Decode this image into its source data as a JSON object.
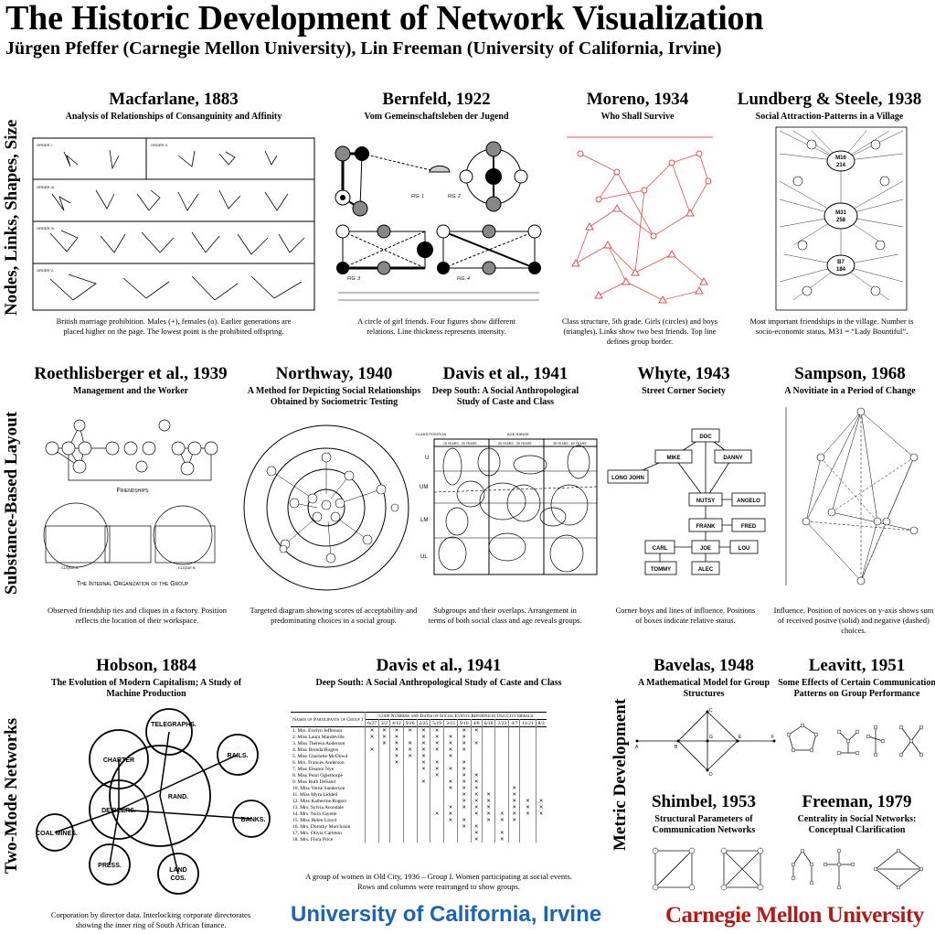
{
  "header": {
    "title": "The Historic Development of Network Visualization",
    "subtitle": "Jürgen Pfeffer (Carnegie Mellon University), Lin Freeman (University of California, Irvine)"
  },
  "row_labels": {
    "row1": "Nodes, Links, Shapes, Size",
    "row2": "Substance-Based Layout",
    "row3": "Two-Mode Networks",
    "metric": "Metric Development"
  },
  "panels": {
    "macfarlane": {
      "title": "Macfarlane, 1883",
      "subtitle": "Analysis of Relationships of Consanguinity and Affinity",
      "caption": "British marriage prohibition. Males (+), females (o). Earlier generations are placed higher on the page. The lowest point is the prohibited offspring.",
      "labels": [
        "ORDER I.",
        "ORDER II.",
        "ORDER III.",
        "ORDER IV.",
        "ORDER V."
      ]
    },
    "bernfeld": {
      "title": "Bernfeld, 1922",
      "subtitle": "Vom Gemeinschaftsleben der Jugend",
      "caption": "A circle of girl friends. Four figures show different relations. Line thickness represents intensity.",
      "labels": [
        "FIG. 1",
        "FIG. 2",
        "FIG. 3",
        "FIG. 4"
      ]
    },
    "moreno": {
      "title": "Moreno, 1934",
      "subtitle": "Who Shall Survive",
      "caption": "Class structure, 5th grade. Girls (circles) and boys (triangles). Links show two best friends. Top line defines group border."
    },
    "lundberg": {
      "title": "Lundberg & Steele, 1938",
      "subtitle": "Social Attraction-Patterns in a Village",
      "caption": "Most important friendships in the village. Number is socio-economic status. M31 = “Lady Bountiful”.",
      "labels": [
        "M16",
        "214",
        "M31",
        "258",
        "B7",
        "184"
      ]
    },
    "roethlisberger": {
      "title": "Roethlisberger et al., 1939",
      "subtitle": "Management and the Worker",
      "caption": "Observed friendship ties and cliques in a factory. Position reflects the location of their workspace.",
      "labels": [
        "Friendships",
        "The Internal Organization of the Group",
        "CLIQUE A",
        "CLIQUE B"
      ]
    },
    "northway": {
      "title": "Northway, 1940",
      "subtitle": "A Method for Depicting Social Relationships Obtained by Sociometric Testing",
      "caption": "Targeted diagram showing scores of acceptability and predominating choices in a social group."
    },
    "davis1": {
      "title": "Davis et al., 1941",
      "subtitle": "Deep South: A Social Anthropological Study of Caste and Class",
      "caption": "Subgroups and their overlaps. Arrangement in terms of both social class and age reveals groups.",
      "labels": [
        "CLASS POSITION",
        "AGE RANGE",
        "15 YEARS - 25 YEARS",
        "25 YEARS - 35 YEARS",
        "35 YEARS - 60 YEARS",
        "U",
        "UM",
        "LM",
        "UL"
      ]
    },
    "whyte": {
      "title": "Whyte, 1943",
      "subtitle": "Street Corner Society",
      "caption": "Corner boys and lines of influence. Positions of boxes indicate relative status.",
      "labels": [
        "DOC",
        "MIKE",
        "DANNY",
        "LONG JOHN",
        "NUTSY",
        "ANGELO",
        "FRANK",
        "FRED",
        "CARL",
        "JOE",
        "LOU",
        "TOMMY",
        "ALEC"
      ]
    },
    "sampson": {
      "title": "Sampson, 1968",
      "subtitle": "A Novitiate in a Period of Change",
      "caption": "Influence. Position of novices on y-axis shows sum of received positve (solid) and negative (dashed) choices."
    },
    "hobson": {
      "title": "Hobson, 1884",
      "subtitle": "The Evolution of Modern Capitalism; A Study of Machine Production",
      "caption": "Corporation by director data. Interlocking corporate directorates showing the inner ring of South African finance.",
      "labels": [
        "TELEGRAPHS.",
        "RAILS.",
        "CHARTER",
        "RAND.",
        "DE BEERS.",
        "BANKS.",
        "COAL MINES.",
        "PRESS.",
        "LAND",
        "COS."
      ]
    },
    "davis2": {
      "title": "Davis et al., 1941",
      "subtitle": "Deep South: A Social Anthropological Study of Caste and Class",
      "caption": "A group of women in Old City, 1936 – Group I. Women participating at social events. Rows and columns were rearranged to show groups.",
      "col_header": "Names of Participants of Group I",
      "events_header": "Code Numbers and Dates of Social Events Reported in Old City Herald",
      "dates": [
        "6/27",
        "3/2",
        "4/12",
        "9/26",
        "2/25",
        "5/19",
        "3/15",
        "9/16",
        "4/8",
        "6/10",
        "2/23",
        "4/7",
        "11/21",
        "8/3"
      ],
      "participants": [
        "1. Mrs. Evelyn Jefferson",
        "2. Miss Laura Mandeville",
        "3. Miss Theresa Anderson",
        "4. Miss Brenda Rogers",
        "5. Miss Charlotte McDowd",
        "6. Mrs. Frances Anderson",
        "7. Miss Eleanor Nye",
        "8. Miss Pearl Oglethorpe",
        "9. Miss Ruth DeSand",
        "10. Miss Verne Sanderson",
        "11. Miss Myra Liddell",
        "12. Miss Katherine Rogers",
        "13. Mrs. Sylvia Avondale",
        "14. Mrs. Nora Fayette",
        "15. Miss Helen Lloyd",
        "16. Mrs. Dorothy Murchison",
        "17. Mrs. Olivia Carleton",
        "18. Mrs. Flora Price"
      ],
      "attendance": [
        [
          1,
          1,
          1,
          1,
          1,
          1,
          0,
          1,
          1,
          0,
          0,
          0,
          0,
          0
        ],
        [
          1,
          1,
          1,
          0,
          1,
          1,
          1,
          1,
          0,
          0,
          0,
          0,
          0,
          0
        ],
        [
          0,
          1,
          1,
          1,
          1,
          1,
          1,
          1,
          1,
          0,
          0,
          0,
          0,
          0
        ],
        [
          1,
          0,
          1,
          1,
          1,
          1,
          1,
          1,
          0,
          0,
          0,
          0,
          0,
          0
        ],
        [
          0,
          0,
          1,
          1,
          1,
          0,
          1,
          0,
          0,
          0,
          0,
          0,
          0,
          0
        ],
        [
          0,
          0,
          1,
          0,
          1,
          1,
          0,
          1,
          0,
          0,
          0,
          0,
          0,
          0
        ],
        [
          0,
          0,
          0,
          0,
          1,
          1,
          1,
          1,
          0,
          0,
          0,
          0,
          0,
          0
        ],
        [
          0,
          0,
          0,
          0,
          0,
          1,
          0,
          1,
          1,
          0,
          0,
          0,
          0,
          0
        ],
        [
          0,
          0,
          0,
          0,
          1,
          0,
          1,
          1,
          1,
          0,
          0,
          0,
          0,
          0
        ],
        [
          0,
          0,
          0,
          0,
          0,
          0,
          1,
          1,
          1,
          0,
          0,
          1,
          0,
          0
        ],
        [
          0,
          0,
          0,
          0,
          0,
          0,
          0,
          1,
          1,
          1,
          0,
          1,
          0,
          0
        ],
        [
          0,
          0,
          0,
          0,
          0,
          0,
          0,
          1,
          1,
          1,
          0,
          1,
          1,
          1
        ],
        [
          0,
          0,
          0,
          0,
          0,
          0,
          1,
          1,
          1,
          1,
          0,
          1,
          1,
          1
        ],
        [
          0,
          0,
          0,
          0,
          0,
          1,
          1,
          0,
          1,
          1,
          1,
          1,
          1,
          1
        ],
        [
          0,
          0,
          0,
          0,
          0,
          0,
          1,
          1,
          0,
          1,
          1,
          1,
          0,
          0
        ],
        [
          0,
          0,
          0,
          0,
          0,
          0,
          0,
          1,
          1,
          0,
          0,
          0,
          0,
          0
        ],
        [
          0,
          0,
          0,
          0,
          0,
          0,
          0,
          0,
          1,
          0,
          1,
          0,
          0,
          0
        ],
        [
          0,
          0,
          0,
          0,
          0,
          0,
          0,
          0,
          1,
          0,
          1,
          0,
          0,
          0
        ]
      ]
    },
    "bavelas": {
      "title": "Bavelas, 1948",
      "subtitle": "A Mathematical Model for Group Structures",
      "labels": [
        "A",
        "B",
        "C",
        "D",
        "E",
        "F",
        "G"
      ]
    },
    "leavitt": {
      "title": "Leavitt, 1951",
      "subtitle": "Some Effects of Certain Communication Patterns on Group Performance"
    },
    "shimbel": {
      "title": "Shimbel, 1953",
      "subtitle": "Structural Parameters of Communication Networks"
    },
    "freeman": {
      "title": "Freeman, 1979",
      "subtitle": "Centrality in Social Networks: Conceptual Clarification"
    }
  },
  "footer": {
    "uci": "University of California, Irvine",
    "cmu": "Carnegie Mellon University"
  },
  "colors": {
    "uci_blue": "#1e64b4",
    "cmu_red": "#b31b1b",
    "moreno_red": "#e05050"
  }
}
